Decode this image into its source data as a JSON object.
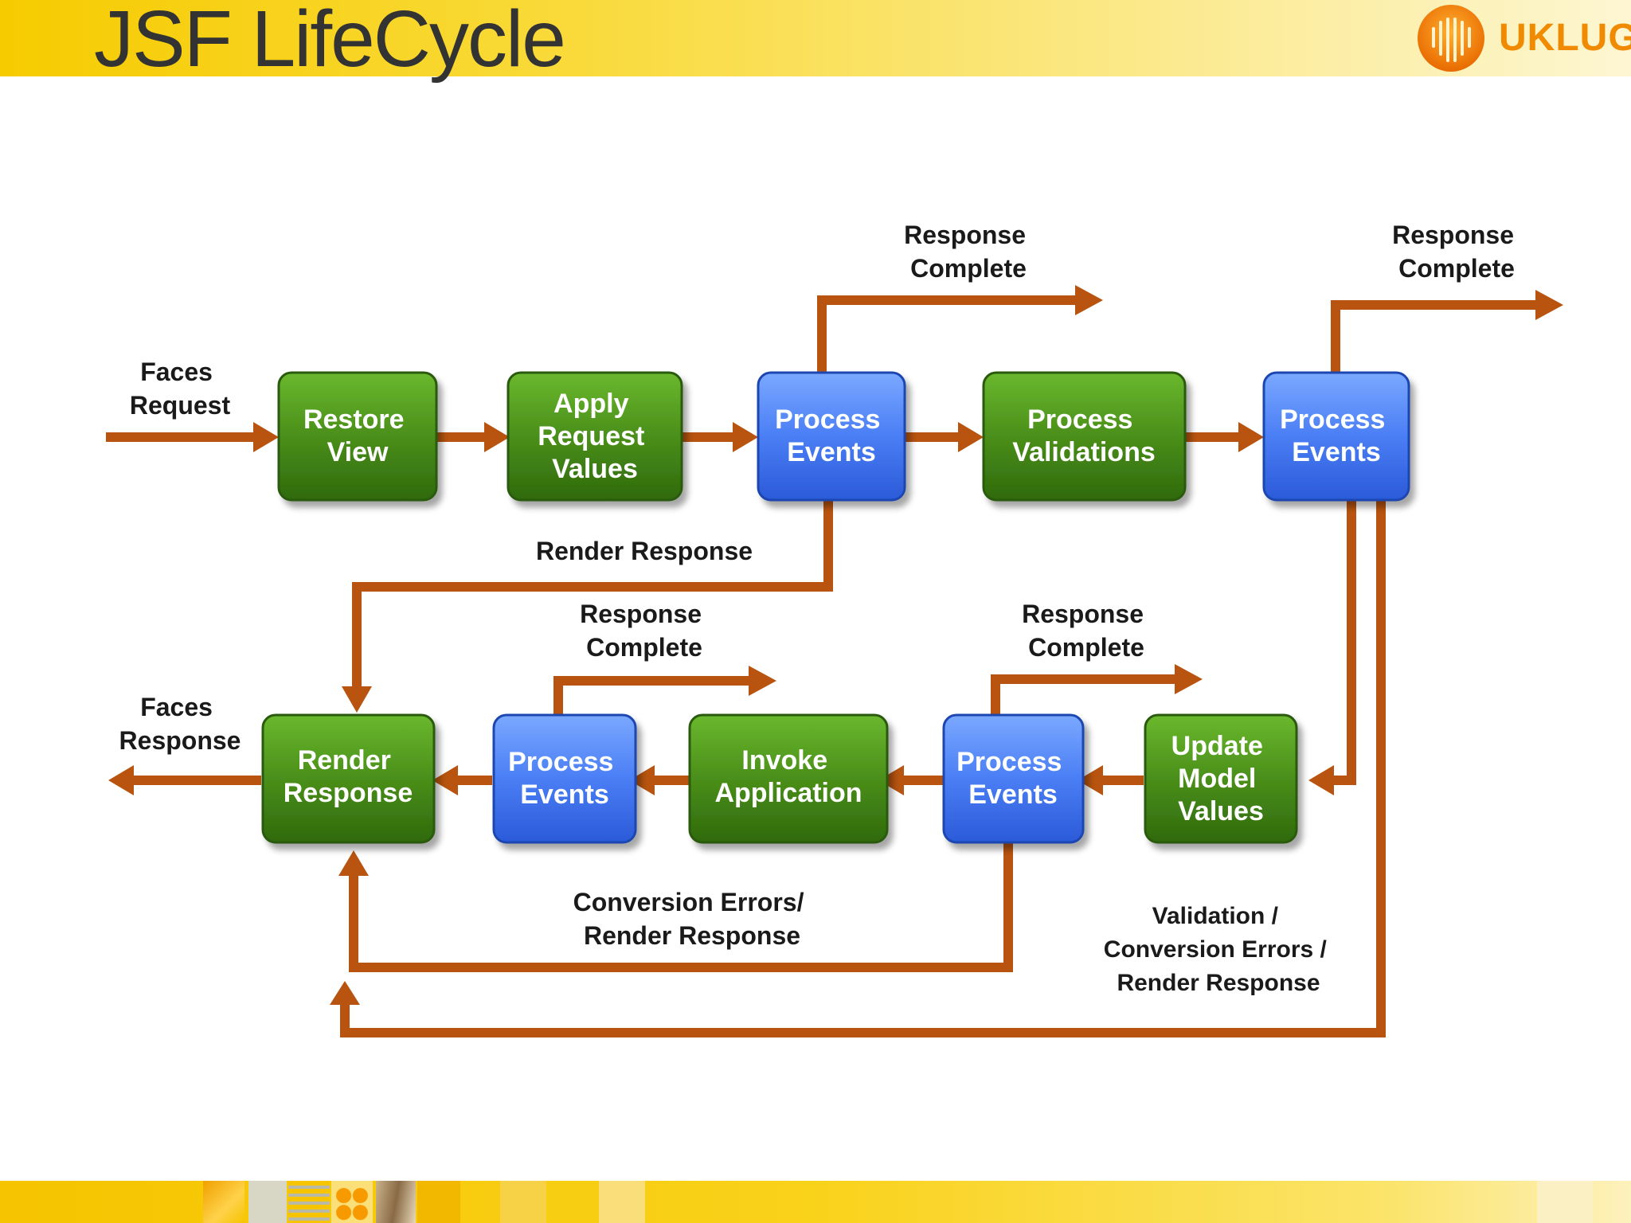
{
  "slide": {
    "title": "JSF LifeCycle",
    "logo_text": "UKLUG"
  },
  "colors": {
    "header_yellow": "#f6cb00",
    "arrow_brown": "#b8540f",
    "box_green": "#4a8f1a",
    "box_blue": "#4a7ef5",
    "logo_orange": "#f08a00"
  },
  "diagram": {
    "nodes": {
      "restore_view": [
        "Restore",
        "View"
      ],
      "apply_request_values": [
        "Apply",
        "Request",
        "Values"
      ],
      "process_events_1": [
        "Process",
        "Events"
      ],
      "process_validations": [
        "Process",
        "Validations"
      ],
      "process_events_2": [
        "Process",
        "Events"
      ],
      "update_model_values": [
        "Update",
        "Model",
        "Values"
      ],
      "process_events_3": [
        "Process",
        "Events"
      ],
      "invoke_application": [
        "Invoke",
        "Application"
      ],
      "process_events_4": [
        "Process",
        "Events"
      ],
      "render_response": [
        "Render",
        "Response"
      ]
    },
    "labels": {
      "faces_request": [
        "Faces",
        "Request"
      ],
      "faces_response": [
        "Faces",
        "Response"
      ],
      "response_complete_1": [
        "Response",
        "Complete"
      ],
      "response_complete_2": [
        "Response",
        "Complete"
      ],
      "response_complete_3": [
        "Response",
        "Complete"
      ],
      "response_complete_4": [
        "Response",
        "Complete"
      ],
      "render_response_path": [
        "Render Response"
      ],
      "conversion_errors": [
        "Conversion Errors/",
        "Render Response"
      ],
      "validation_errors": [
        "Validation /",
        "Conversion Errors /",
        "Render Response"
      ]
    }
  }
}
